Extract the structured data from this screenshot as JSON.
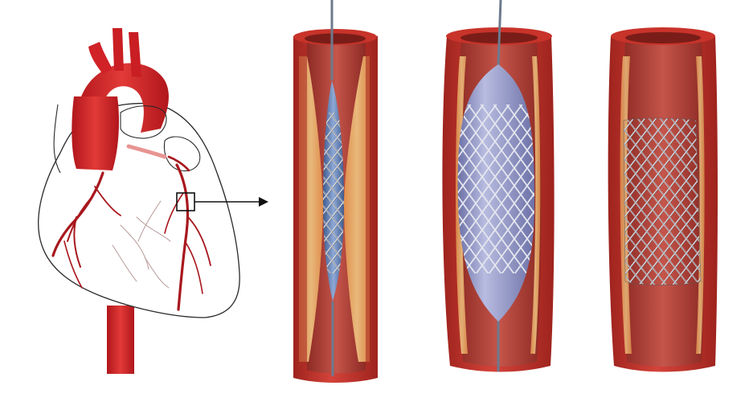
{
  "illustration": {
    "subject": "coronary-stent-placement",
    "panels": [
      {
        "id": "heart",
        "depicts": "heart-with-coronary-arteries"
      },
      {
        "id": "stage-1",
        "depicts": "crimped-stent-on-deflated-balloon-in-artery"
      },
      {
        "id": "stage-2",
        "depicts": "balloon-inflated-stent-expanded"
      },
      {
        "id": "stage-3",
        "depicts": "stent-left-in-artery-balloon-removed"
      }
    ]
  },
  "colors": {
    "artery_wall": "#c8332a",
    "artery_wall_dark": "#8f1f1a",
    "artery_lumen": "#b8473c",
    "plaque": "#f1b86a",
    "aorta": "#d21f25",
    "coronary": "#a8171d",
    "balloon": "#8f94c6",
    "stent_wire": "#d9dbe3",
    "catheter": "#6c7a8e",
    "outline": "#222222"
  }
}
